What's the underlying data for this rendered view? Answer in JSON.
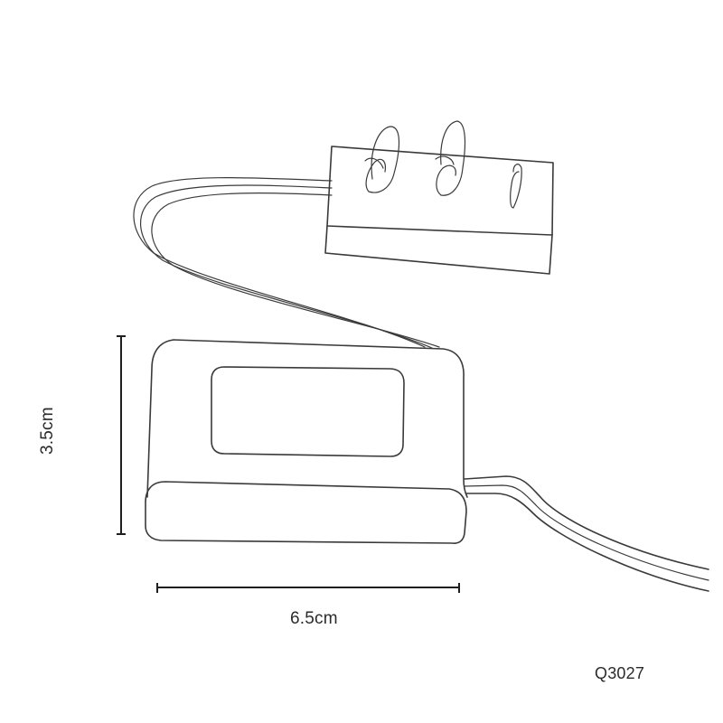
{
  "diagram": {
    "dimensions": {
      "width_label": "6.5cm",
      "height_label": "3.5cm"
    },
    "product_code": "Q3027"
  }
}
